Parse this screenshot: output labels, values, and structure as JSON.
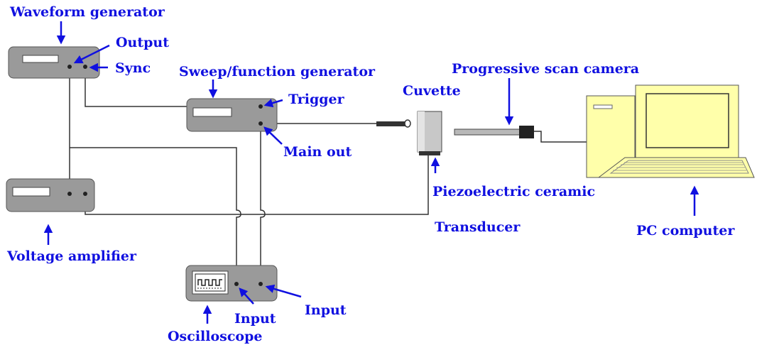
{
  "labels": {
    "waveform_generator": "Waveform generator",
    "output": "Output",
    "sync": "Sync",
    "sweep_function_generator": "Sweep/function generator",
    "trigger": "Trigger",
    "main_out": "Main out",
    "cuvette": "Cuvette",
    "progressive_scan_camera": "Progressive scan camera",
    "piezoelectric_ceramic": "Piezoelectric ceramic",
    "transducer": "Transducer",
    "pc_computer": "PC computer",
    "voltage_amplifier": "Voltage amplifier",
    "input_left": "Input",
    "input_right": "Input",
    "oscilloscope": "Oscilloscope"
  },
  "colors": {
    "label_text": "#1010e0",
    "arrow": "#1010e0",
    "device_body": "#9a9a9a",
    "wire": "#333333",
    "computer_body": "#ffffaa"
  }
}
